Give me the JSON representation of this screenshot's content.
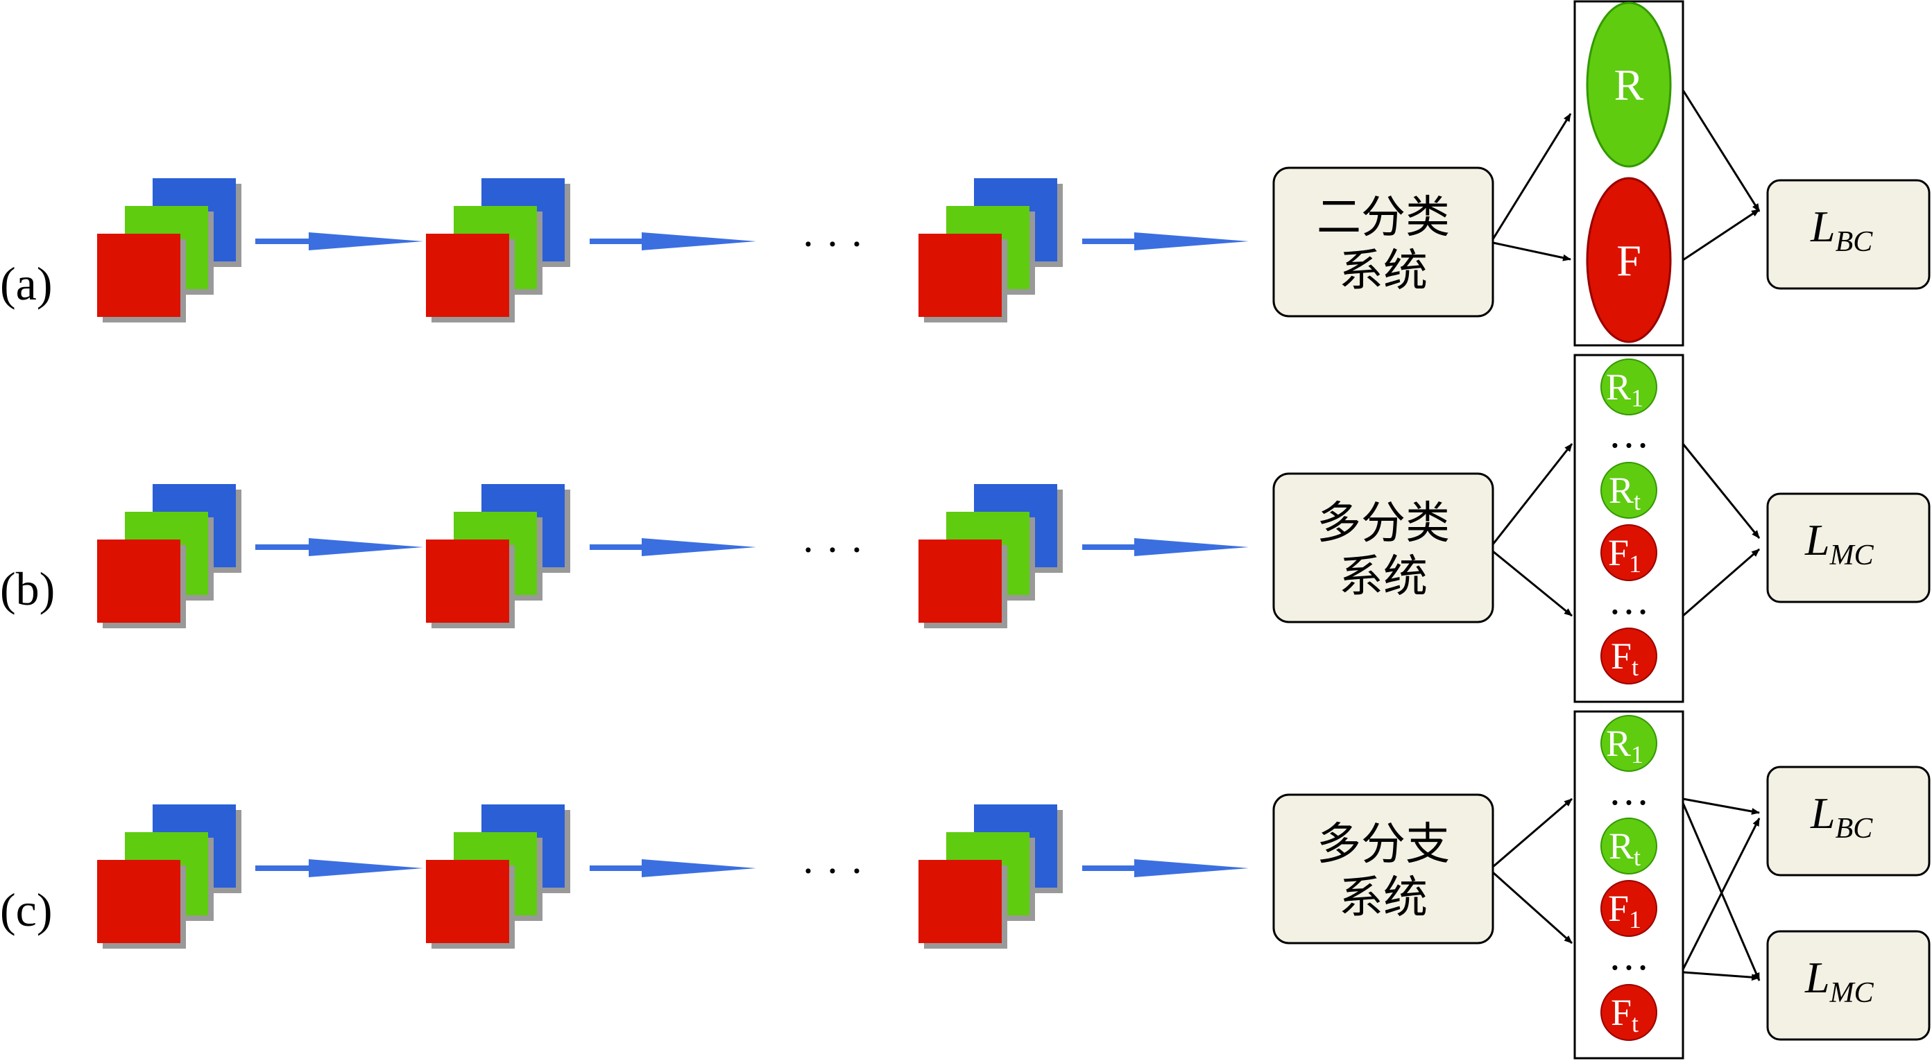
{
  "rows": [
    {
      "label": "(a)",
      "system": [
        "二分类",
        "系统"
      ],
      "ellipses": [
        {
          "label": "R",
          "color": "#5fcc10"
        },
        {
          "label": "F",
          "color": "#dd1100"
        }
      ],
      "losses": [
        {
          "main": "L",
          "sub": "BC"
        }
      ]
    },
    {
      "label": "(b)",
      "system": [
        "多分类",
        "系统"
      ],
      "circles": [
        {
          "main": "R",
          "sub": "1",
          "color": "#5fcc10"
        },
        {
          "dots": "…"
        },
        {
          "main": "R",
          "sub": "t",
          "color": "#5fcc10"
        },
        {
          "main": "F",
          "sub": "1",
          "color": "#dd1100"
        },
        {
          "dots": "…"
        },
        {
          "main": "F",
          "sub": "t",
          "color": "#dd1100"
        }
      ],
      "losses": [
        {
          "main": "L",
          "sub": "MC"
        }
      ]
    },
    {
      "label": "(c)",
      "system": [
        "多分支",
        "系统"
      ],
      "circles": [
        {
          "main": "R",
          "sub": "1",
          "color": "#5fcc10"
        },
        {
          "dots": "…"
        },
        {
          "main": "R",
          "sub": "t",
          "color": "#5fcc10"
        },
        {
          "main": "F",
          "sub": "1",
          "color": "#dd1100"
        },
        {
          "dots": "…"
        },
        {
          "main": "F",
          "sub": "t",
          "color": "#dd1100"
        }
      ],
      "losses": [
        {
          "main": "L",
          "sub": "BC"
        },
        {
          "main": "L",
          "sub": "MC"
        }
      ]
    }
  ],
  "sequence_dots": "· · ·",
  "colors": {
    "frame_blue": "#2a5fd6",
    "frame_green": "#5fcc10",
    "frame_red": "#dd1100",
    "arrow_blue": "#3b6fe0",
    "box_fill": "#f3f1e3"
  }
}
